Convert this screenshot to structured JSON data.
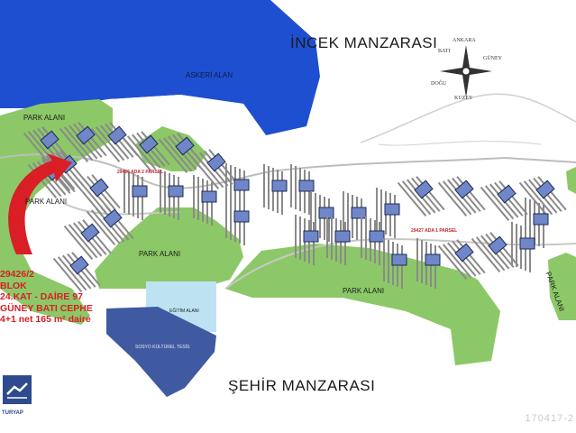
{
  "map": {
    "title_top": "İNCEK MANZARASI",
    "title_bottom": "ŞEHİR MANZARASI",
    "areas": {
      "askeri": "ASKERİ ALAN",
      "park_1": "PARK ALANI",
      "park_2": "PARK ALANI",
      "park_3": "PARK ALANI",
      "park_4": "PARK ALANI",
      "park_5": "PARK ALANI",
      "egitim": "EĞİTİM ALANI",
      "sosyo": "SOSYO KÜLTÜREL TESİS"
    },
    "parcels": {
      "ada_2": "29426 ADA 2 PARSEL",
      "ada_1": "29427 ADA 1 PARSEL"
    },
    "compass": {
      "n": "ANKARA",
      "s": "KUZEY",
      "e": "GÜNEY",
      "w": "DOĞU",
      "nw": "BATI"
    },
    "callout": {
      "line1": "29426/2",
      "line2": "BLOK",
      "line3": "24.KAT - DAİRE 97",
      "line4": "GÜNEY BATI CEPHE",
      "line5": "4+1 net 165 m² daire"
    },
    "watermark": "170417-2",
    "logo_text": "TURYAP"
  },
  "colors": {
    "water": "#1f4fd1",
    "park": "#8cc867",
    "road": "#bfbfbf",
    "building": "#6f86c8",
    "edu": "#bde3f2",
    "social": "#3f5aa1",
    "callout": "#d91e25"
  }
}
